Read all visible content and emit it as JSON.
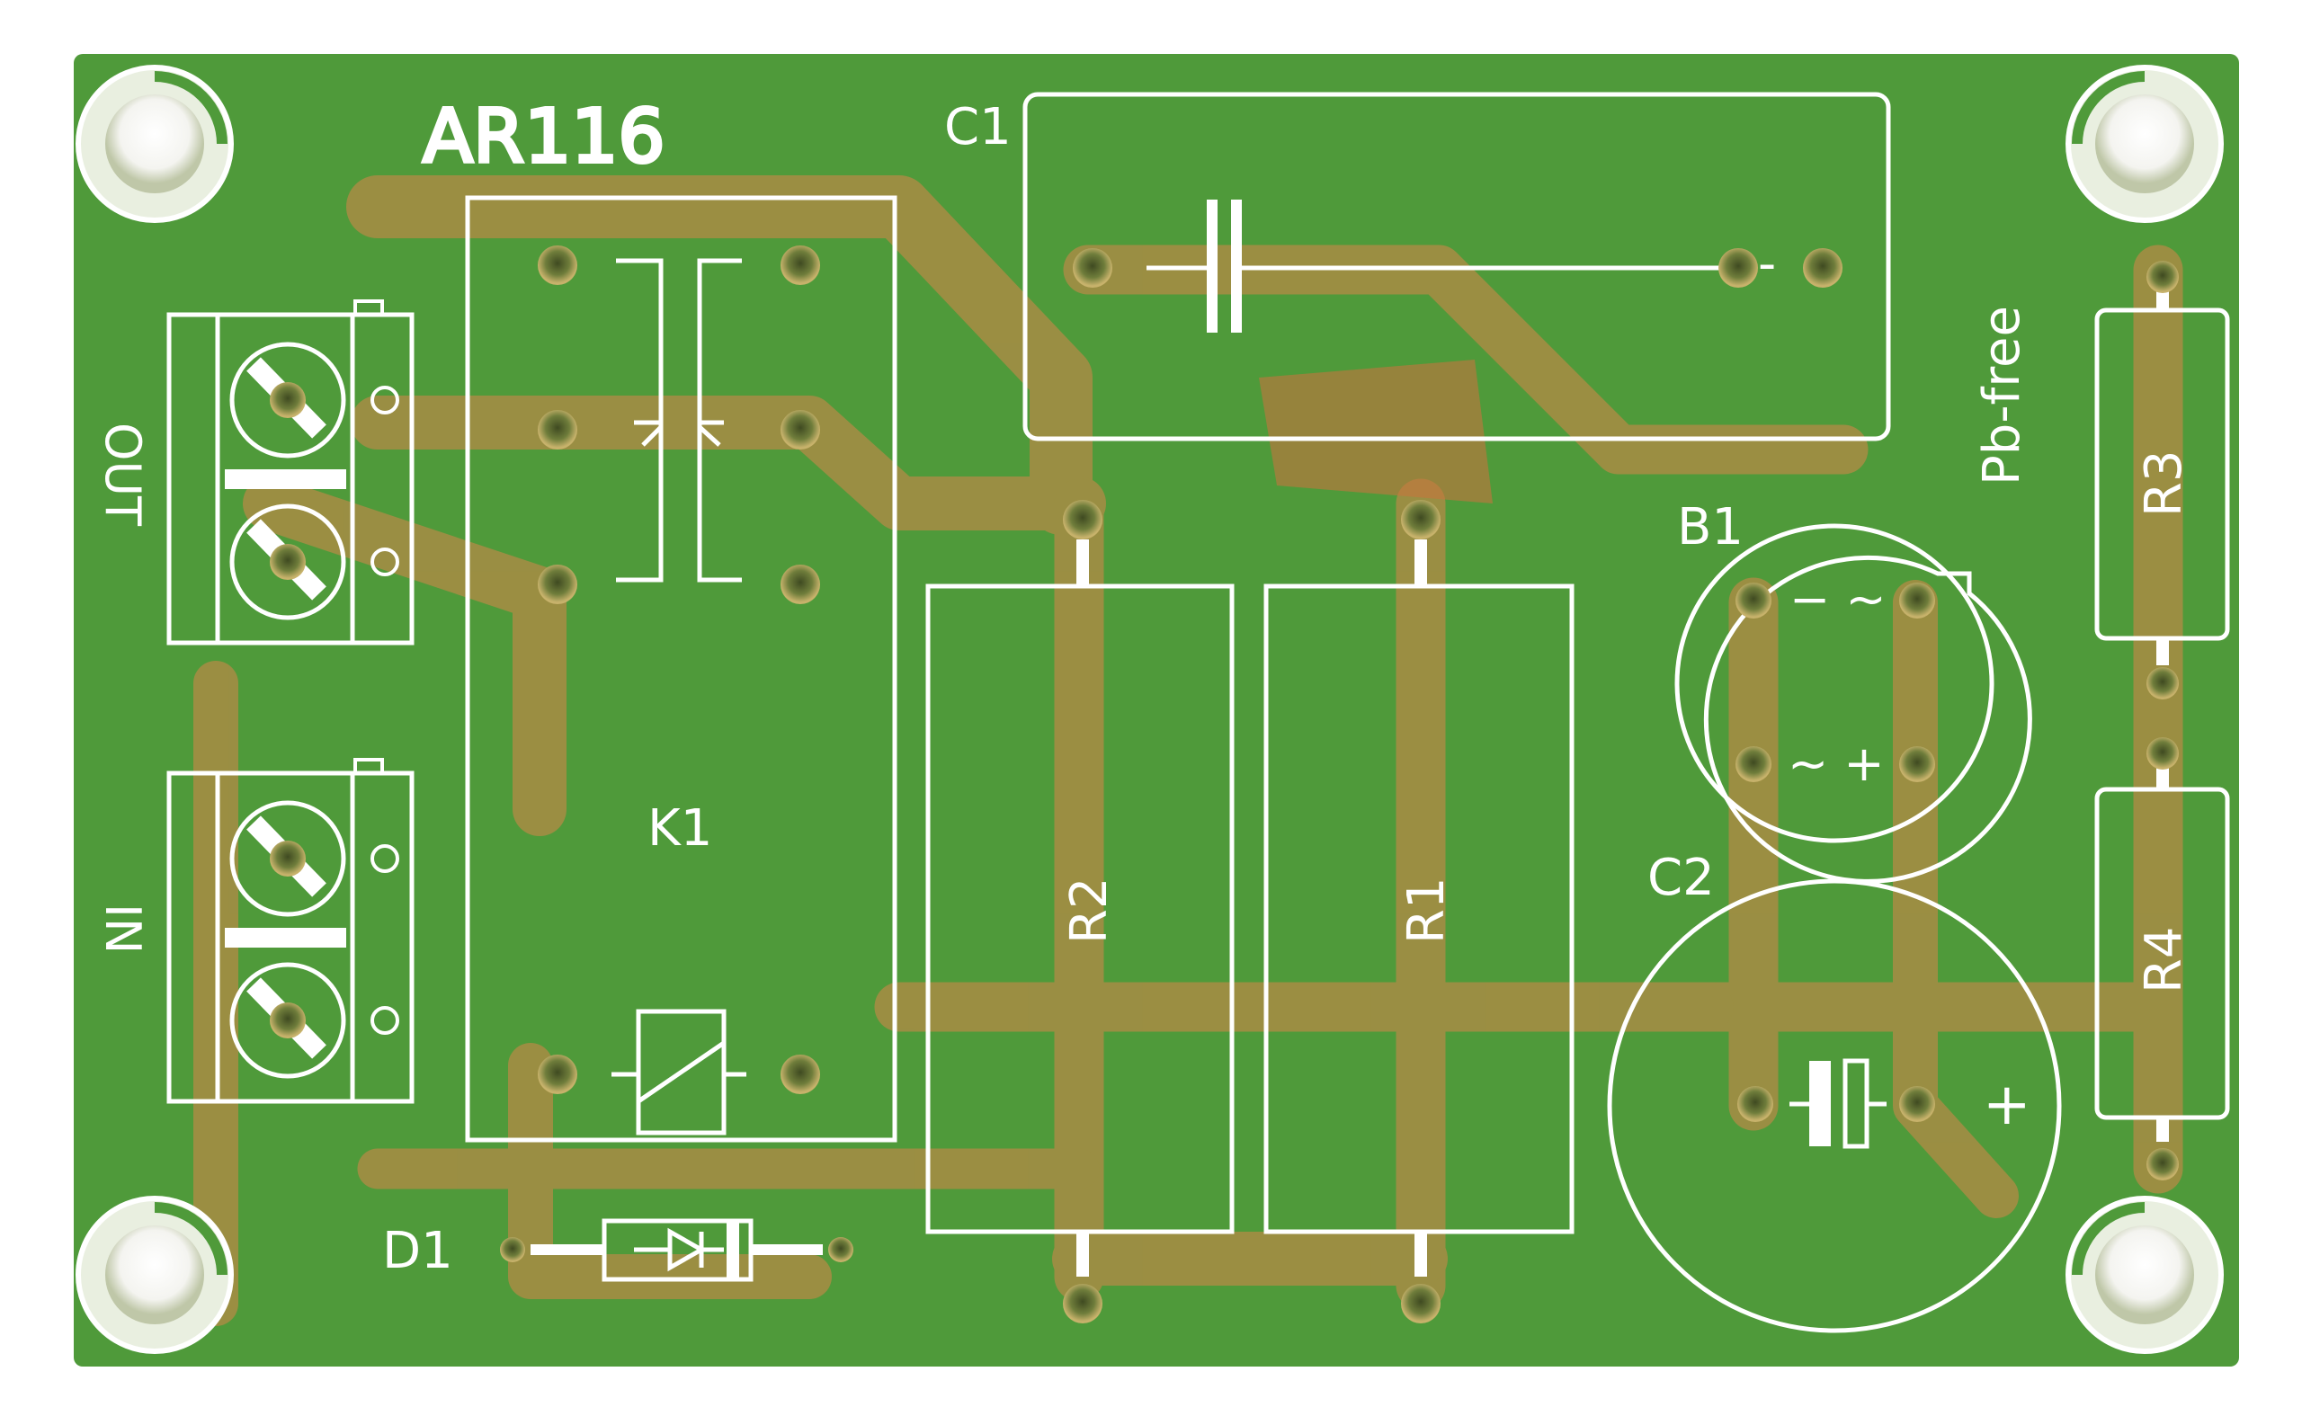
{
  "board": {
    "name": "AR116",
    "note": "Pb-free",
    "colors": {
      "substrate": "#4f9a3a",
      "trace": "#b48a46",
      "silk": "#ffffff",
      "pad_hole": "#6f7d3b",
      "white_bg": "#ffffff"
    }
  },
  "labels": {
    "c1": "C1",
    "k1": "K1",
    "r1": "R1",
    "r2": "R2",
    "r3": "R3",
    "r4": "R4",
    "b1": "B1",
    "c2": "C2",
    "d1": "D1",
    "out": "OUT",
    "in": "IN"
  },
  "symbols": {
    "bridge_top": "− ~",
    "bridge_bottom": "~ +",
    "c1_minus": "-",
    "c2_plus": "+"
  }
}
